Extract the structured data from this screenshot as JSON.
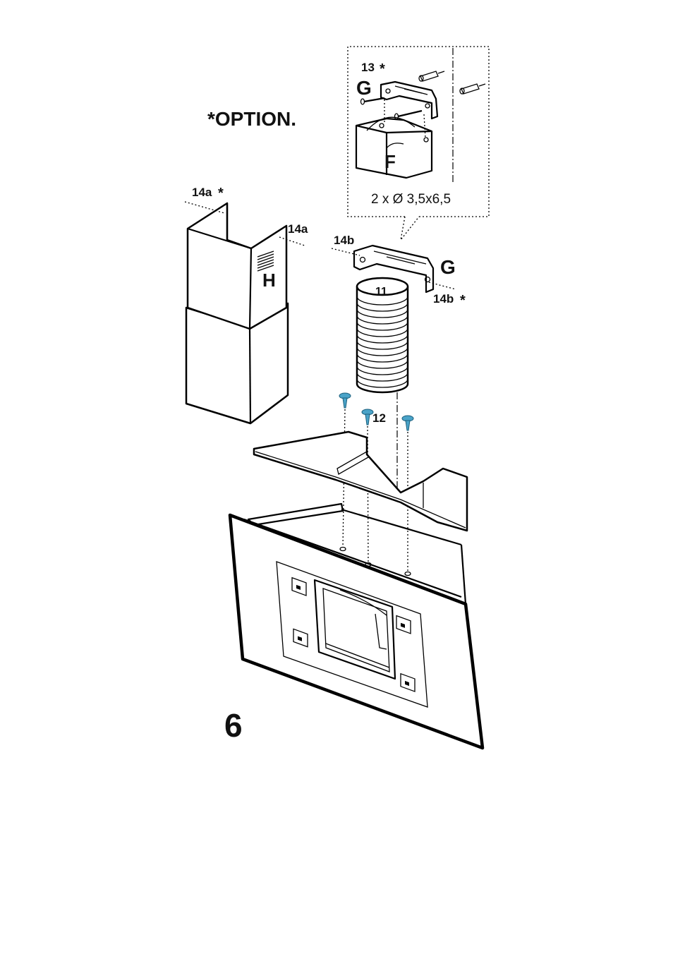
{
  "labels": {
    "option": "*OPTION.",
    "part_13": "13",
    "asterisk": "*",
    "g_top": "G",
    "f": "F",
    "dimension": "2 x Ø 3,5x6,5",
    "part_14a_star": "14a",
    "part_14a": "14a",
    "h": "H",
    "part_14b": "14b",
    "g_bracket": "G",
    "part_14b_star": "14b",
    "part_11": "11",
    "part_12": "12",
    "step": "6"
  },
  "colors": {
    "screw": "#4aa3c8",
    "line": "#000000"
  }
}
